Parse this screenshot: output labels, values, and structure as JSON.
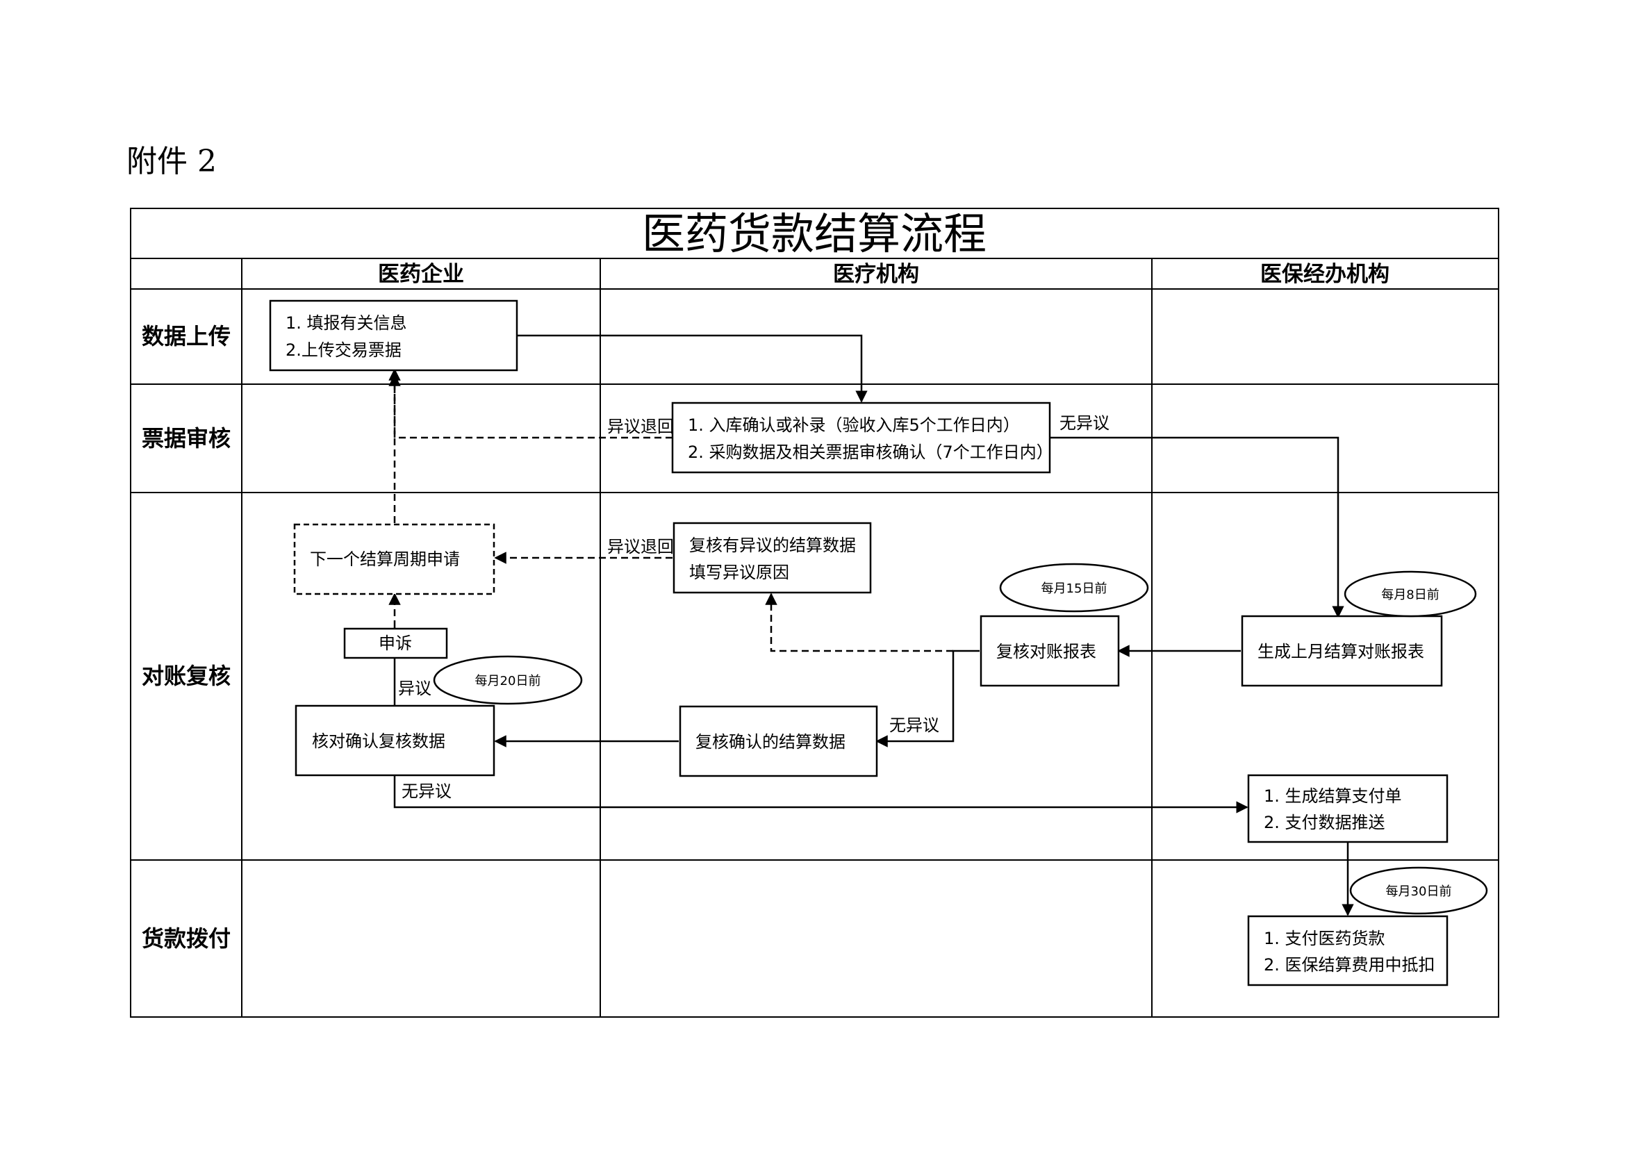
{
  "attachment_label": "附件 2",
  "title": "医药货款结算流程",
  "columns": [
    "医药企业",
    "医疗机构",
    "医保经办机构"
  ],
  "rows": [
    "数据上传",
    "票据审核",
    "对账复核",
    "货款拨付"
  ],
  "boxes": {
    "upload": [
      "1. 填报有关信息",
      "2.上传交易票据"
    ],
    "warehouse": [
      "1. 入库确认或补录（验收入库5个工作日内）",
      "2. 采购数据及相关票据审核确认（7个工作日内）"
    ],
    "next_cycle": [
      "下一个结算周期申请"
    ],
    "recheck_dispute": [
      "复核有异议的结算数据",
      "填写异议原因"
    ],
    "appeal": [
      "申诉"
    ],
    "verify": [
      "核对确认复核数据"
    ],
    "confirmed": [
      "复核确认的结算数据"
    ],
    "review_report": [
      "复核对账报表"
    ],
    "gen_report": [
      "生成上月结算对账报表"
    ],
    "pay_order": [
      "1. 生成结算支付单",
      "2. 支付数据推送"
    ],
    "pay": [
      "1. 支付医药货款",
      "2. 医保结算费用中抵扣"
    ]
  },
  "ovals": {
    "before_15": "每月15日前",
    "before_8": "每月8日前",
    "before_20": "每月20日前",
    "before_30": "每月30日前"
  },
  "edge_labels": {
    "return_1": "异议退回",
    "no_objection_1": "无异议",
    "return_2": "异议退回",
    "objection": "异议",
    "no_objection_2": "无异议",
    "no_objection_3": "无异议"
  }
}
